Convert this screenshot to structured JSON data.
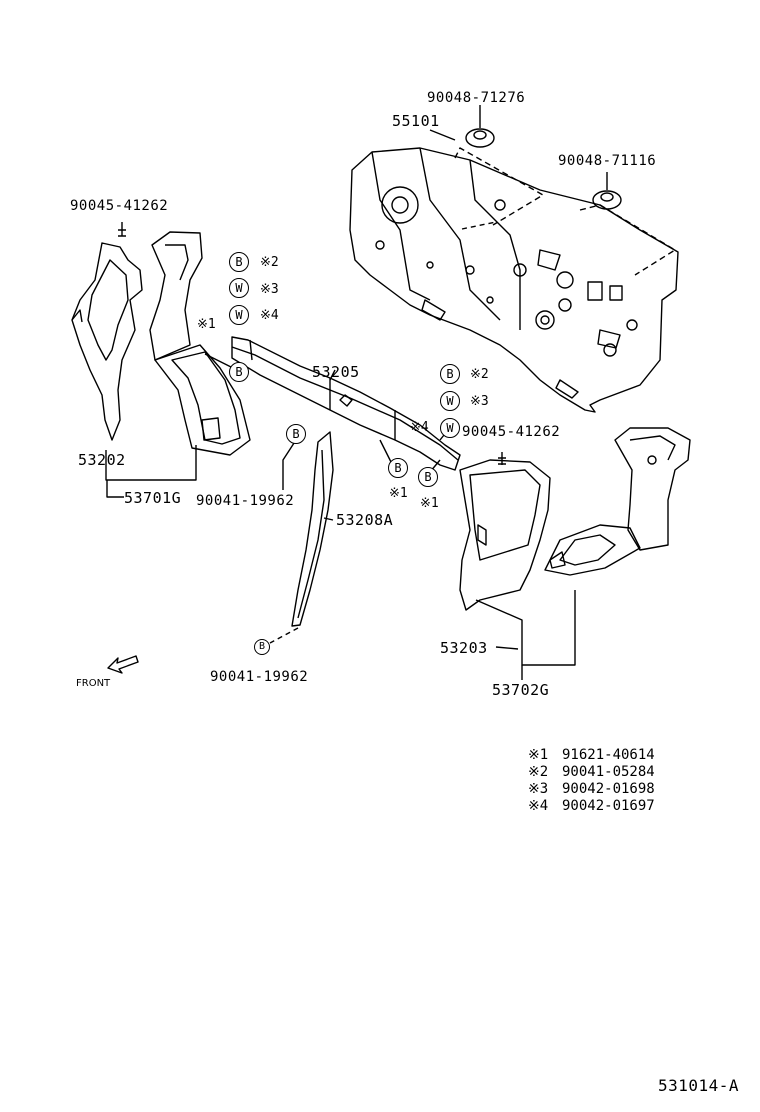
{
  "diagram_id": "531014-A",
  "parts": {
    "p55101": "55101",
    "p90048_71276": "90048-71276",
    "p90048_71116": "90048-71116",
    "p90045_41262_left": "90045-41262",
    "p90045_41262_right": "90045-41262",
    "p53205": "53205",
    "p53202": "53202",
    "p53701G": "53701G",
    "p90041_19962_a": "90041-19962",
    "p53208A": "53208A",
    "p90041_19962_b": "90041-19962",
    "p53203": "53203",
    "p53702G": "53702G"
  },
  "symbols": {
    "bolt": "B",
    "washer": "W",
    "m1": "※1",
    "m2": "※2",
    "m3": "※3",
    "m4": "※4"
  },
  "front_label": "FRONT",
  "legend": [
    {
      "mark": "※1",
      "part": "91621-40614"
    },
    {
      "mark": "※2",
      "part": "90041-05284"
    },
    {
      "mark": "※3",
      "part": "90042-01698"
    },
    {
      "mark": "※4",
      "part": "90042-01697"
    }
  ]
}
